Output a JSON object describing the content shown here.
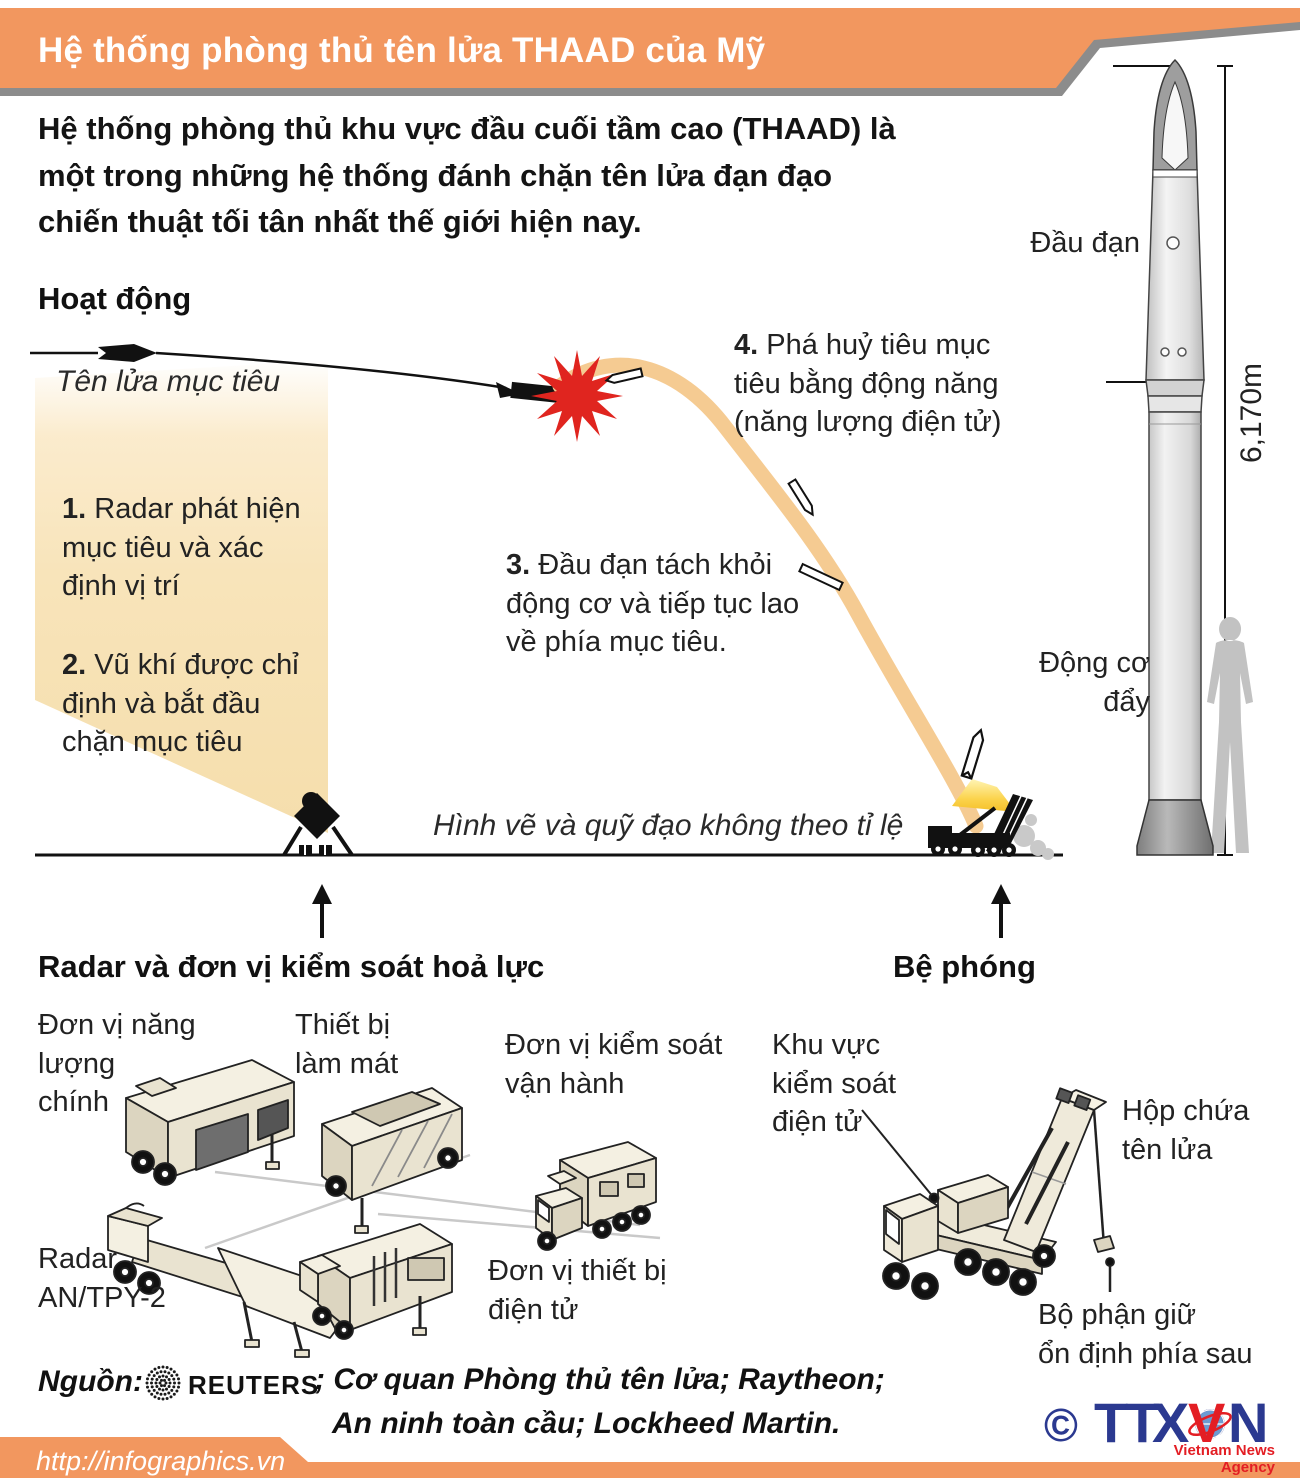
{
  "banner": {
    "title": "Hệ thống phòng thủ tên lửa THAAD của Mỹ"
  },
  "intro": "Hệ thống phòng thủ khu vực đầu cuối tầm cao (THAAD) là\nmột trong những hệ thống đánh chặn tên lửa đạn đạo\nchiến thuật tối tân nhất thế giới hiện nay.",
  "operation": {
    "heading": "Hoạt động",
    "target_label": "Tên lửa mục tiêu",
    "scale_note": "Hình vẽ và quỹ đạo không theo tỉ lệ",
    "steps": [
      {
        "num": "1.",
        "text": "Radar phát hiện\nmục tiêu và xác\nđịnh vị trí"
      },
      {
        "num": "2.",
        "text": "Vũ khí được chỉ\nđịnh và bắt đầu\nchặn mục tiêu"
      },
      {
        "num": "3.",
        "text": "Đầu đạn tách khỏi\nđộng cơ và tiếp tục lao\nvề phía mục tiêu."
      },
      {
        "num": "4.",
        "text": "Phá huỷ tiêu mục\ntiêu bằng động năng\n(năng lượng điện tử)"
      }
    ]
  },
  "missile_diagram": {
    "warhead_label": "Đầu đạn",
    "booster_label": "Động cơ\nđẩy",
    "height_label": "6,170m"
  },
  "radar_section": {
    "heading": "Radar và đơn vị kiểm soát hoả lực",
    "power_label": "Đơn vị năng\nlượng\nchính",
    "cooling_label": "Thiết bị\nlàm mát",
    "ops_label": "Đơn vị kiểm soát\nvận hành",
    "radar_label": "Radar\nAN/TPY-2",
    "electronics_label": "Đơn vị thiết bị\nđiện tử"
  },
  "launcher_section": {
    "heading": "Bệ phóng",
    "control_label": "Khu vực\nkiểm soát\nđiện tử",
    "canister_label": "Hộp chứa\ntên lửa",
    "stabilizer_label": "Bộ phận giữ\nổn định phía sau"
  },
  "source": {
    "prefix": "Nguồn:",
    "reuters": "REUTERS",
    "line1": "; Cơ quan Phòng thủ tên lửa; Raytheon;",
    "line2": "An ninh toàn cầu; Lockheed Martin."
  },
  "footer": {
    "url": "http://infographics.vn"
  },
  "logo": {
    "copyright": "©",
    "tt": "TT",
    "x": "X",
    "v": "V",
    "n": "N",
    "tagline": "Vietnam News Agency"
  },
  "colors": {
    "accent_orange": "#F2975F",
    "beam_yellow": "#F8E4BA",
    "trajectory_tan": "#F5CB92",
    "explosion_red": "#E0251F",
    "ttxvn_blue": "#2B3990",
    "ttxvn_red": "#E31E24"
  }
}
